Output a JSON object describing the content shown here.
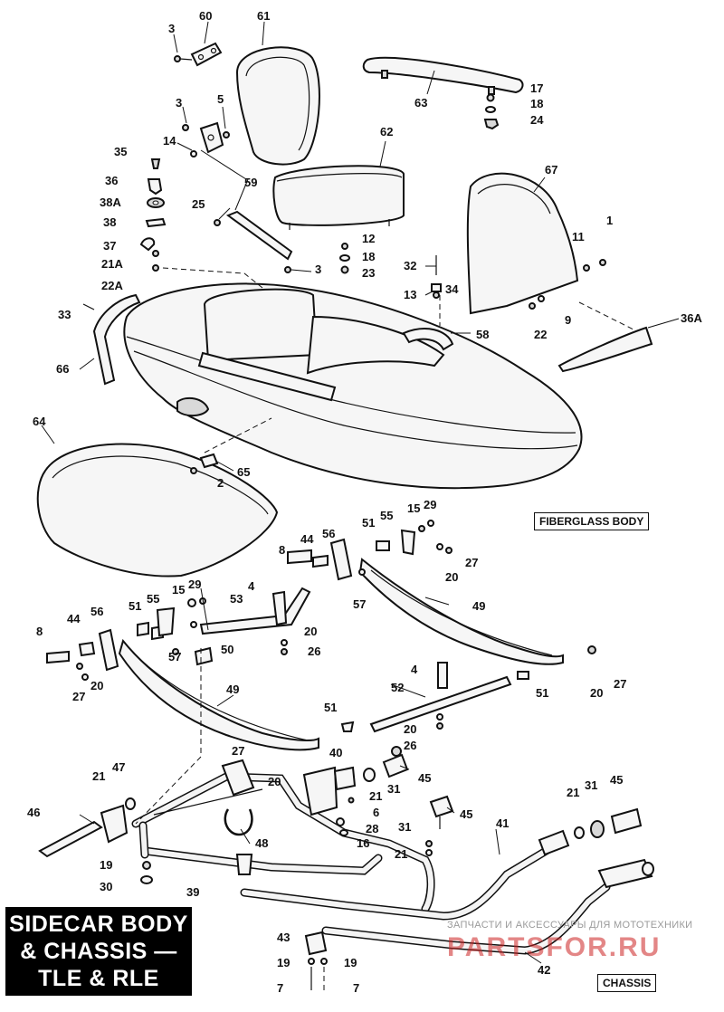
{
  "title": {
    "lines": [
      "SIDECAR BODY",
      "& CHASSIS —",
      "TLE & RLE"
    ]
  },
  "section_labels": {
    "body": "FIBERGLASS BODY",
    "chassis": "CHASSIS"
  },
  "watermark": {
    "text": "ЗАПЧАСТИ И АКСЕССУАРЫ ДЛЯ МОТОТЕХНИКИ",
    "logo": "PARTSFOR.RU"
  },
  "colors": {
    "line": "#111111",
    "title_bg": "#000000",
    "title_fg": "#ffffff",
    "watermark": "#cc2222"
  },
  "callouts": {
    "c60": "60",
    "c61": "61",
    "c3a": "3",
    "c63": "63",
    "c17": "17",
    "c18a": "18",
    "c24": "24",
    "c3b": "3",
    "c5": "5",
    "c14": "14",
    "c62": "62",
    "c35": "35",
    "c59": "59",
    "c36": "36",
    "c38a": "38A",
    "c25": "25",
    "c67": "67",
    "c38": "38",
    "c12": "12",
    "c18b": "18",
    "c23": "23",
    "c11": "11",
    "c1": "1",
    "c37": "37",
    "c21a": "21A",
    "c22a": "22A",
    "c3c": "3",
    "c32": "32",
    "c13": "13",
    "c34": "34",
    "c33": "33",
    "c58": "58",
    "c9": "9",
    "c22": "22",
    "c36a": "36A",
    "c66": "66",
    "c64": "64",
    "c65": "65",
    "c2": "2",
    "c51a": "51",
    "c55a": "55",
    "c15a": "15",
    "c29a": "29",
    "c8a": "8",
    "c44a": "44",
    "c56a": "56",
    "c27a": "27",
    "c20a": "20",
    "c57a": "57",
    "c4a": "4",
    "c15b": "15",
    "c29b": "29",
    "c51b": "51",
    "c55b": "55",
    "c53": "53",
    "c49a": "49",
    "c44b": "44",
    "c56b": "56",
    "c8b": "8",
    "c20b": "20",
    "c26a": "26",
    "c57b": "57",
    "c50": "50",
    "c27b": "27",
    "c20c": "20",
    "c4b": "4",
    "c20d": "20",
    "c27c": "27",
    "c52": "52",
    "c49b": "49",
    "c51c": "51",
    "c51d": "51",
    "c20e": "20",
    "c26b": "26",
    "c27d": "27",
    "c20f": "20",
    "c40": "40",
    "c21b": "21",
    "c47": "47",
    "c31a": "31",
    "c45a": "45",
    "c21c": "21",
    "c6": "6",
    "c45b": "45",
    "c31b": "31",
    "c28": "28",
    "c16": "16",
    "c46": "46",
    "c48": "48",
    "c21d": "21",
    "c41": "41",
    "c21e": "21",
    "c31c": "31",
    "c45c": "45",
    "c19a": "19",
    "c30": "30",
    "c39": "39",
    "c43": "43",
    "c19b": "19",
    "c19c": "19",
    "c7a": "7",
    "c7b": "7",
    "c42": "42"
  }
}
